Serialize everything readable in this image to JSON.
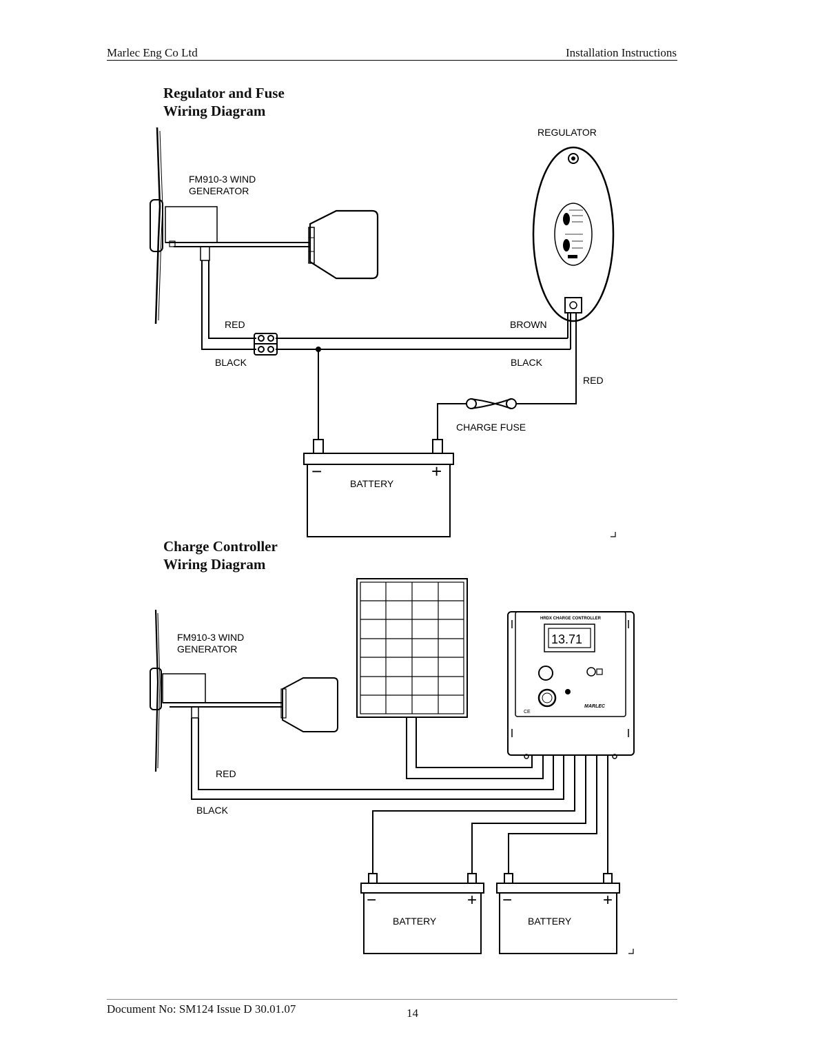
{
  "header": {
    "company": "Marlec Eng Co Ltd",
    "section": "Installation Instructions"
  },
  "diagram1": {
    "title_line1": "Regulator and Fuse",
    "title_line2": "Wiring Diagram",
    "generator_label_line1": "FM910-3 WIND",
    "generator_label_line2": "GENERATOR",
    "regulator_label": "REGULATOR",
    "wire_red_left": "RED",
    "wire_black_left": "BLACK",
    "wire_brown_right": "BROWN",
    "wire_black_right": "BLACK",
    "wire_red_right": "RED",
    "fuse_label": "CHARGE FUSE",
    "battery_label": "BATTERY",
    "battery_minus": "−",
    "battery_plus": "+"
  },
  "diagram2": {
    "title_line1": "Charge Controller",
    "title_line2": "Wiring Diagram",
    "generator_label_line1": "FM910-3 WIND",
    "generator_label_line2": "GENERATOR",
    "controller_title": "HRDX CHARGE CONTROLLER",
    "controller_display": "13.71",
    "controller_brand": "MARLEC",
    "controller_ce": "CE",
    "wire_red": "RED",
    "wire_black": "BLACK",
    "battery1_label": "BATTERY",
    "battery2_label": "BATTERY",
    "battery_minus": "−",
    "battery_plus": "+"
  },
  "footer": {
    "document": "Document No: SM124 Issue D 30.01.07",
    "page_number": "14"
  }
}
